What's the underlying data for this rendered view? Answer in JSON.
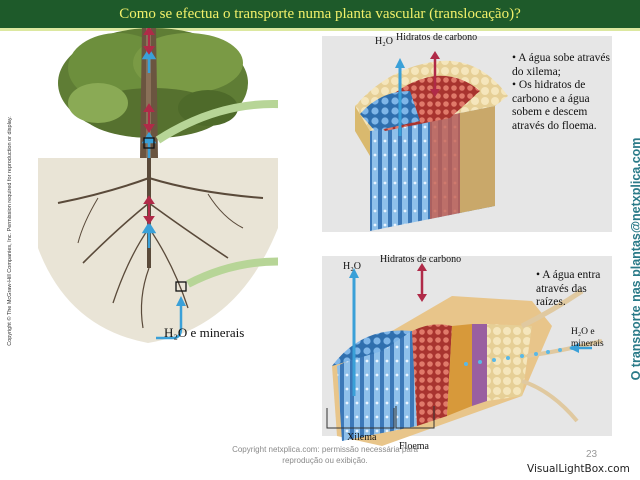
{
  "title": "Como se efectua o transporte numa planta vascular (translocação)?",
  "copyright_side": "Copyright © The McGraw-Hill Companies, Inc. Permission required for reproduction or display.",
  "brand_side": "O transporte nas plantas@netxplica.com",
  "tree": {
    "root_label": "H₂O e minerais"
  },
  "stem_panel": {
    "h2o": "H₂O",
    "carbs": "Hidratos de carbono",
    "bullet1": "• A água sobe através do xilema;",
    "bullet2": "• Os hidratos de carbono e a água sobem e descem através do floema."
  },
  "root_panel": {
    "h2o": "H₂O",
    "carbs": "Hidratos de carbono",
    "bullet": "• A água entra através das raízes.",
    "h2o_minerals": "H₂O e minerais",
    "xilema": "Xilema",
    "floema": "Floema"
  },
  "footer": "Copyright netxplica.com: permissão necessária para reprodução ou exibição.",
  "page_number": "23",
  "watermark": "VisualLightBox.com",
  "colors": {
    "title_bg": "#1e5a2a",
    "title_text": "#f2f06a",
    "xylem_arrow": "#3aa0d8",
    "phloem_arrow": "#b02a48",
    "brand": "#2a7a88"
  }
}
